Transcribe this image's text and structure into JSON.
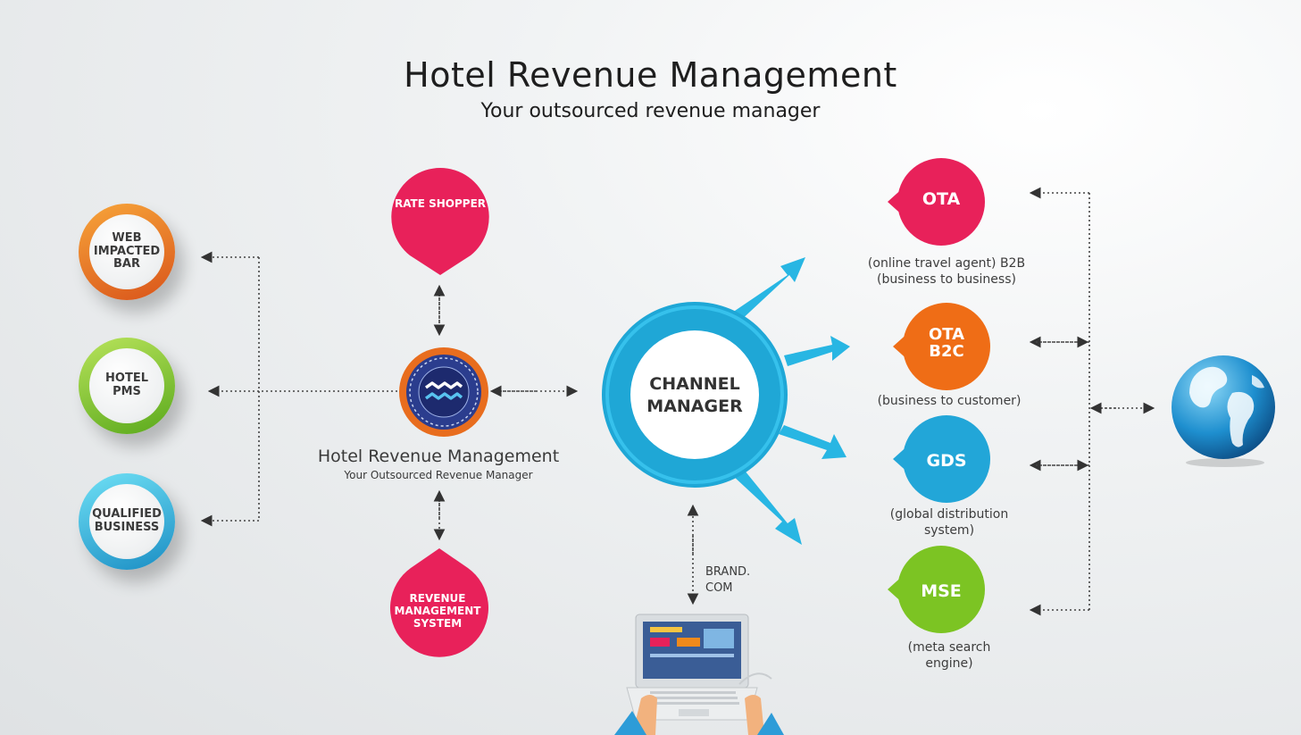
{
  "header": {
    "title": "Hotel Revenue Management",
    "subtitle": "Your outsourced revenue manager"
  },
  "left_nodes": [
    {
      "label": "WEB\nIMPACTED\nBAR",
      "color": "#e8731f"
    },
    {
      "label": "HOTEL\nPMS",
      "color": "#8cc63e"
    },
    {
      "label": "QUALIFIED\nBUSINESS",
      "color": "#27a9dd"
    }
  ],
  "center_hub": {
    "title": "Hotel Revenue Management",
    "subtitle": "Your Outsourced Revenue Manager",
    "icon": "aquarius-zodiac-icon"
  },
  "rate_shopper": {
    "label": "RATE\nSHOPPER",
    "color": "#e8215a"
  },
  "revenue_system": {
    "label": "REVENUE\nMANAGEMENT\nSYSTEM",
    "color": "#e8215a"
  },
  "channel_manager": {
    "label": "CHANNEL\nMANAGER",
    "color": "#1fa7d6"
  },
  "brand_com": {
    "label": "BRAND.\nCOM",
    "icon": "laptop-icon"
  },
  "channels": [
    {
      "label": "OTA",
      "desc": "(online travel agent) B2B\n(business to business)",
      "color": "#e8215a"
    },
    {
      "label": "OTA\nB2C",
      "desc": "(business to customer)",
      "color": "#ef6d16"
    },
    {
      "label": "GDS",
      "desc": "(global distribution\nsystem)",
      "color": "#22a6d8"
    },
    {
      "label": "MSE",
      "desc": "(meta search\nengine)",
      "color": "#7cc423"
    }
  ],
  "globe": {
    "icon": "globe-icon"
  }
}
